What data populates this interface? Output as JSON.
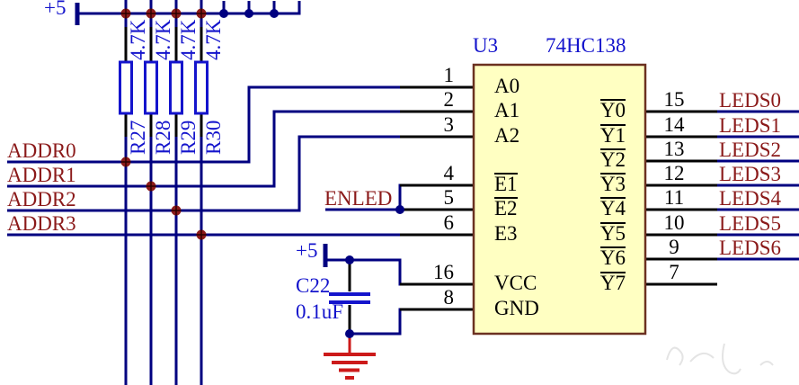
{
  "schematic": {
    "power_rail_label": "+5",
    "power_cap_label": "+5",
    "resistors": [
      {
        "ref": "R27",
        "value": "4.7K"
      },
      {
        "ref": "R28",
        "value": "4.7K"
      },
      {
        "ref": "R29",
        "value": "4.7K"
      },
      {
        "ref": "R30",
        "value": "4.7K"
      }
    ],
    "address_nets": [
      "ADDR0",
      "ADDR1",
      "ADDR2",
      "ADDR3"
    ],
    "enable_net": "ENLED",
    "capacitor": {
      "ref": "C22",
      "value": "0.1uF"
    },
    "ic": {
      "designator": "U3",
      "part_number": "74HC138",
      "left_pins": [
        {
          "num": "1",
          "name": "A0"
        },
        {
          "num": "2",
          "name": "A1"
        },
        {
          "num": "3",
          "name": "A2"
        },
        {
          "num": "4",
          "name": "E1"
        },
        {
          "num": "5",
          "name": "E2"
        },
        {
          "num": "6",
          "name": "E3"
        },
        {
          "num": "16",
          "name": "VCC"
        },
        {
          "num": "8",
          "name": "GND"
        }
      ],
      "right_pins": [
        {
          "num": "15",
          "name": "Y0",
          "net": "LEDS0"
        },
        {
          "num": "14",
          "name": "Y1",
          "net": "LEDS1"
        },
        {
          "num": "13",
          "name": "Y2",
          "net": "LEDS2"
        },
        {
          "num": "12",
          "name": "Y3",
          "net": "LEDS3"
        },
        {
          "num": "11",
          "name": "Y4",
          "net": "LEDS4"
        },
        {
          "num": "10",
          "name": "Y5",
          "net": "LEDS5"
        },
        {
          "num": "9",
          "name": "Y6",
          "net": "LEDS6"
        },
        {
          "num": "7",
          "name": "Y7",
          "net": ""
        }
      ]
    },
    "colors": {
      "wire_navy": "#000080",
      "component_blue": "#1414CC",
      "net_label_red": "#8B1A1A",
      "ground_red": "#CC1A1A",
      "chip_fill": "#FFFFC2",
      "chip_border": "#6B3121"
    }
  }
}
